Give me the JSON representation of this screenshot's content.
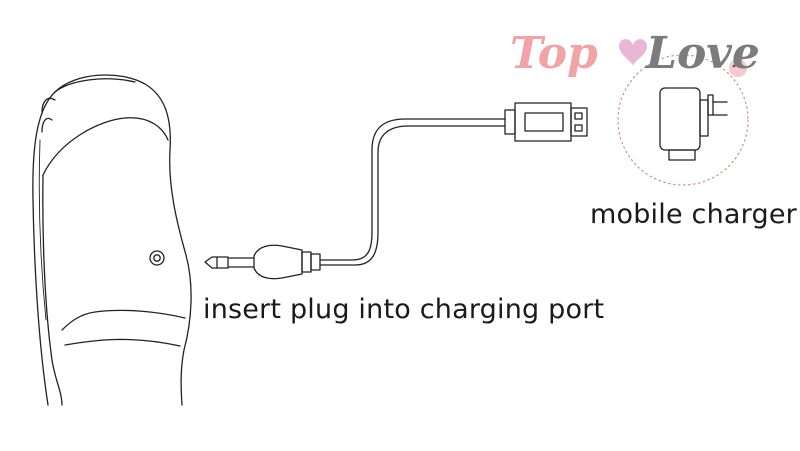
{
  "labels": {
    "insert_plug": "insert plug into charging port",
    "mobile_charger": "mobile charger"
  },
  "logo": {
    "word1": "Top",
    "word2": "Love",
    "colors": {
      "word1": "#f2a3a8",
      "word2": "#7c7c7c",
      "heart": "#e9b6d6"
    }
  },
  "colors": {
    "line": "#222222",
    "dotted_circle": "#d98b95"
  },
  "icons": [
    "device-icon",
    "charging-port-icon",
    "audio-plug-icon",
    "usb-plug-icon",
    "wall-adapter-icon"
  ]
}
